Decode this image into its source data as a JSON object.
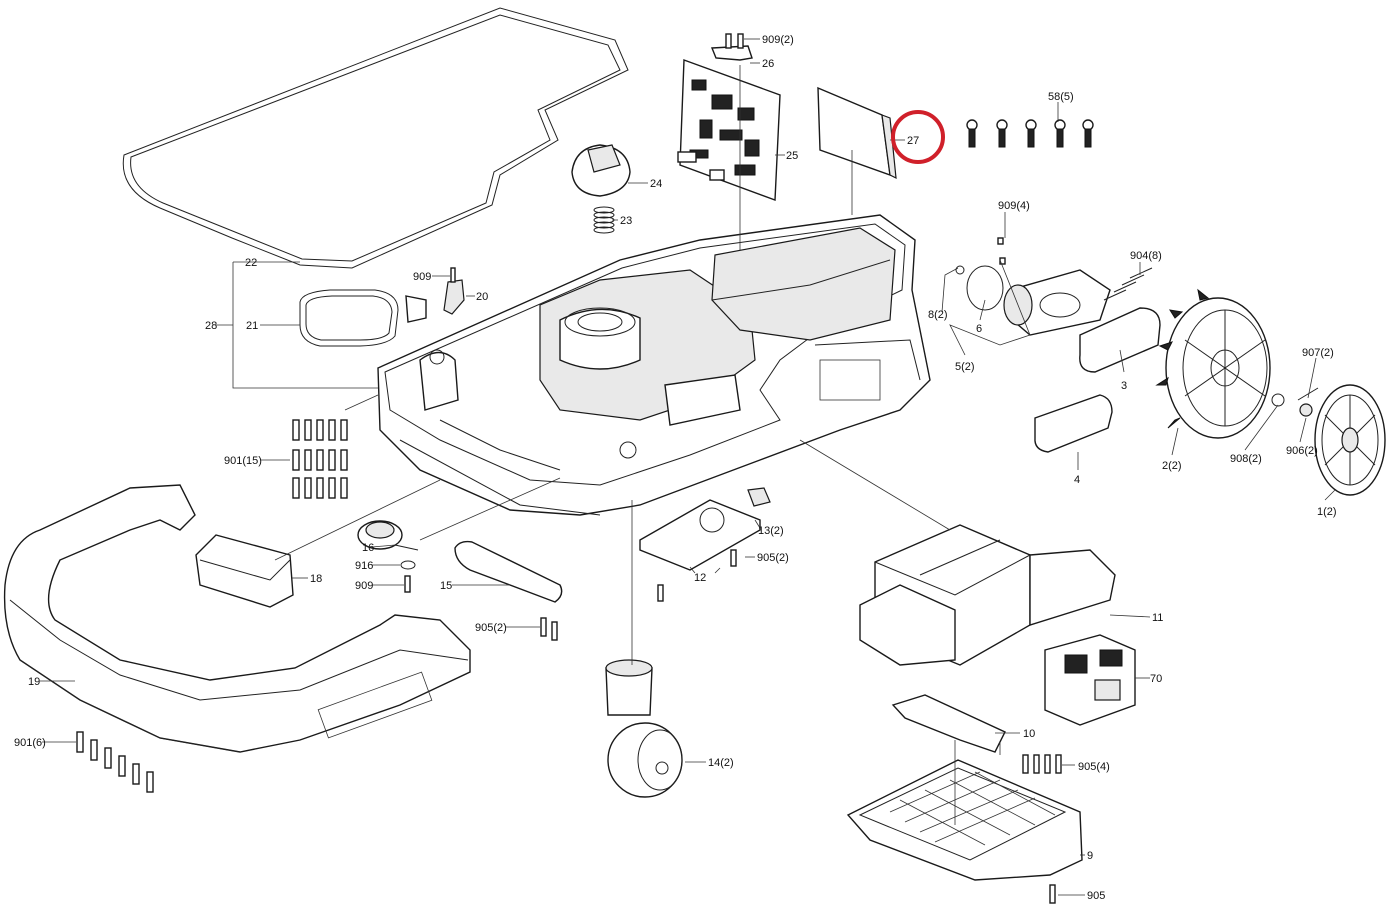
{
  "highlight_color": "#d0202a",
  "callouts": {
    "c909_2a": "909(2)",
    "c26": "26",
    "c25": "25",
    "c24": "24",
    "c23": "23",
    "c27": "27",
    "c58_5": "58(5)",
    "c22": "22",
    "c909a": "909",
    "c20": "20",
    "c28": "28",
    "c21": "21",
    "c909_4": "909(4)",
    "c904_8": "904(8)",
    "c8_2": "8(2)",
    "c6": "6",
    "c5_2": "5(2)",
    "c3": "3",
    "c907_2": "907(2)",
    "c908_2": "908(2)",
    "c906_2": "906(2)",
    "c2_2": "2(2)",
    "c1_2": "1(2)",
    "c4": "4",
    "c901_15": "901(15)",
    "c13_2": "13(2)",
    "c905_2a": "905(2)",
    "c12": "12",
    "c16": "16",
    "c916": "916",
    "c909b": "909",
    "c15": "15",
    "c18": "18",
    "c905_2b": "905(2)",
    "c19": "19",
    "c901_6": "901(6)",
    "c14_2": "14(2)",
    "c11": "11",
    "c70": "70",
    "c10": "10",
    "c905_4": "905(4)",
    "c9": "9",
    "c905": "905"
  }
}
